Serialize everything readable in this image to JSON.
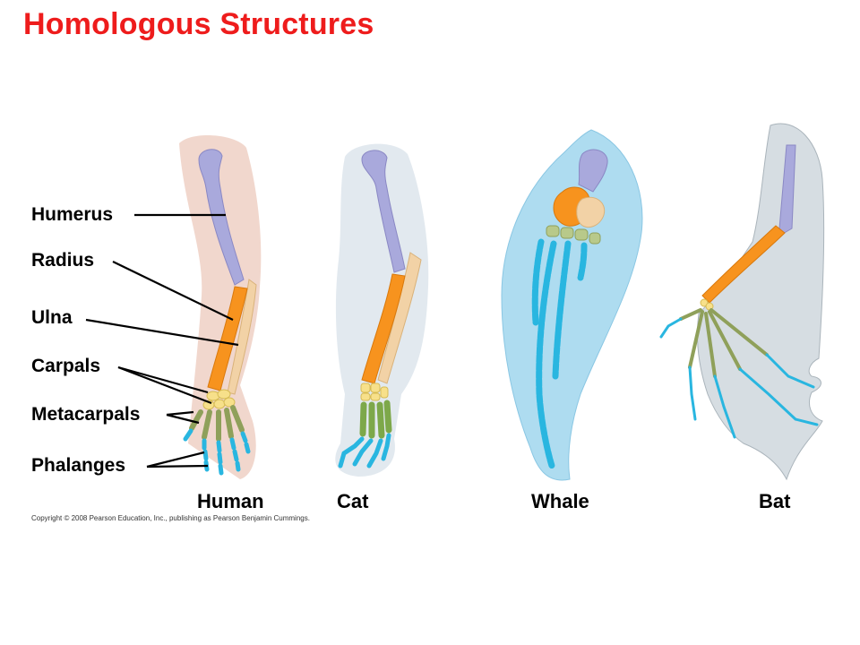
{
  "title": "Homologous Structures",
  "bone_labels": [
    "Humerus",
    "Radius",
    "Ulna",
    "Carpals",
    "Metacarpals",
    "Phalanges"
  ],
  "species": [
    "Human",
    "Cat",
    "Whale",
    "Bat"
  ],
  "copyright": "Copyright © 2008 Pearson Education, Inc., publishing as Pearson Benjamin Cummings.",
  "colors": {
    "title": "#ee1c1c",
    "humerus": "#a9a9dc",
    "radius": "#f7931e",
    "ulna": "#f2d2a6",
    "carpals": "#f7e08a",
    "metacarpals": "#8fa05a",
    "phalanges": "#29b6e0",
    "human_skin": "#e9c3b5",
    "cat_fur": "#dde5ec",
    "whale_flipper": "#9dd4ec",
    "bat_wing": "#d6dde2"
  }
}
